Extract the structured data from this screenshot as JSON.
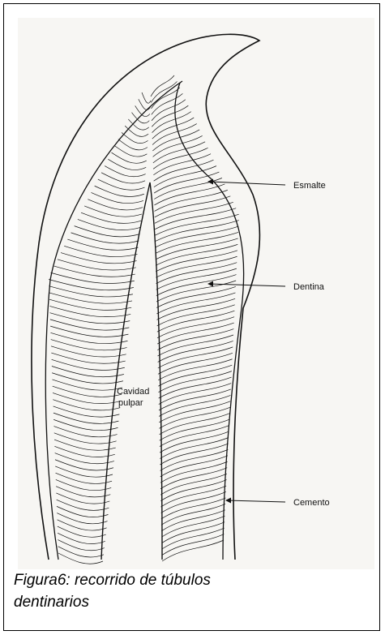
{
  "diagram": {
    "labels": {
      "enamel": "Esmalte",
      "dentin": "Dentina",
      "pulp_line1": "Cavidad",
      "pulp_line2": "pulpar",
      "cementum": "Cemento"
    },
    "colors": {
      "background": "#f7f6f3",
      "ink": "#111111"
    }
  },
  "caption": {
    "line1": "Figura6: recorrido de túbulos",
    "line2": "dentinarios"
  }
}
